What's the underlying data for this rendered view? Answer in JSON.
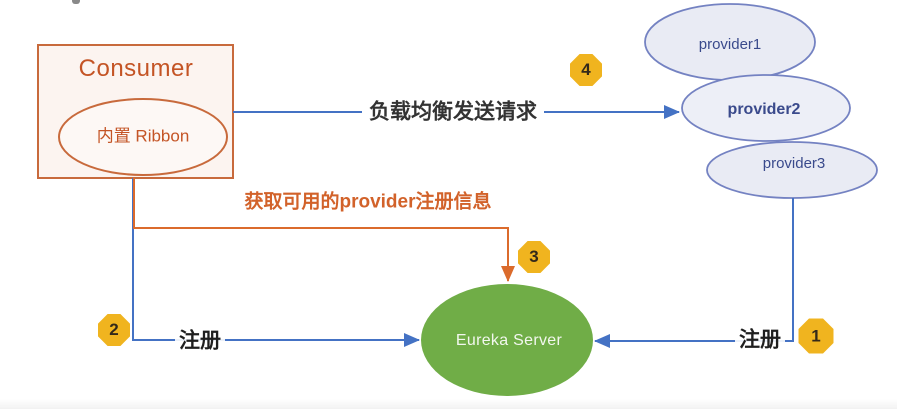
{
  "consumer": {
    "title": "Consumer",
    "ribbon_label": "内置 Ribbon"
  },
  "providers": [
    {
      "label": "provider1"
    },
    {
      "label": "provider2"
    },
    {
      "label": "provider3"
    }
  ],
  "eureka": {
    "label": "Eureka Server"
  },
  "edges": {
    "load_balance": "负载均衡发送请求",
    "fetch_registry": "获取可用的provider注册信息",
    "register_left": "注册",
    "register_right": "注册"
  },
  "badges": {
    "step1": "1",
    "step2": "2",
    "step3": "3",
    "step4": "4"
  },
  "colors": {
    "orange_accent": "#C45425",
    "orange_line": "#DB6B2C",
    "blue_line": "#4472C4",
    "eureka_green": "#70AD47",
    "provider_fill": "#E9EBF4",
    "provider_border": "#7482C2",
    "provider_text": "#3A4A8C",
    "badge_fill": "#F0B41F",
    "label_dark": "#333333"
  }
}
